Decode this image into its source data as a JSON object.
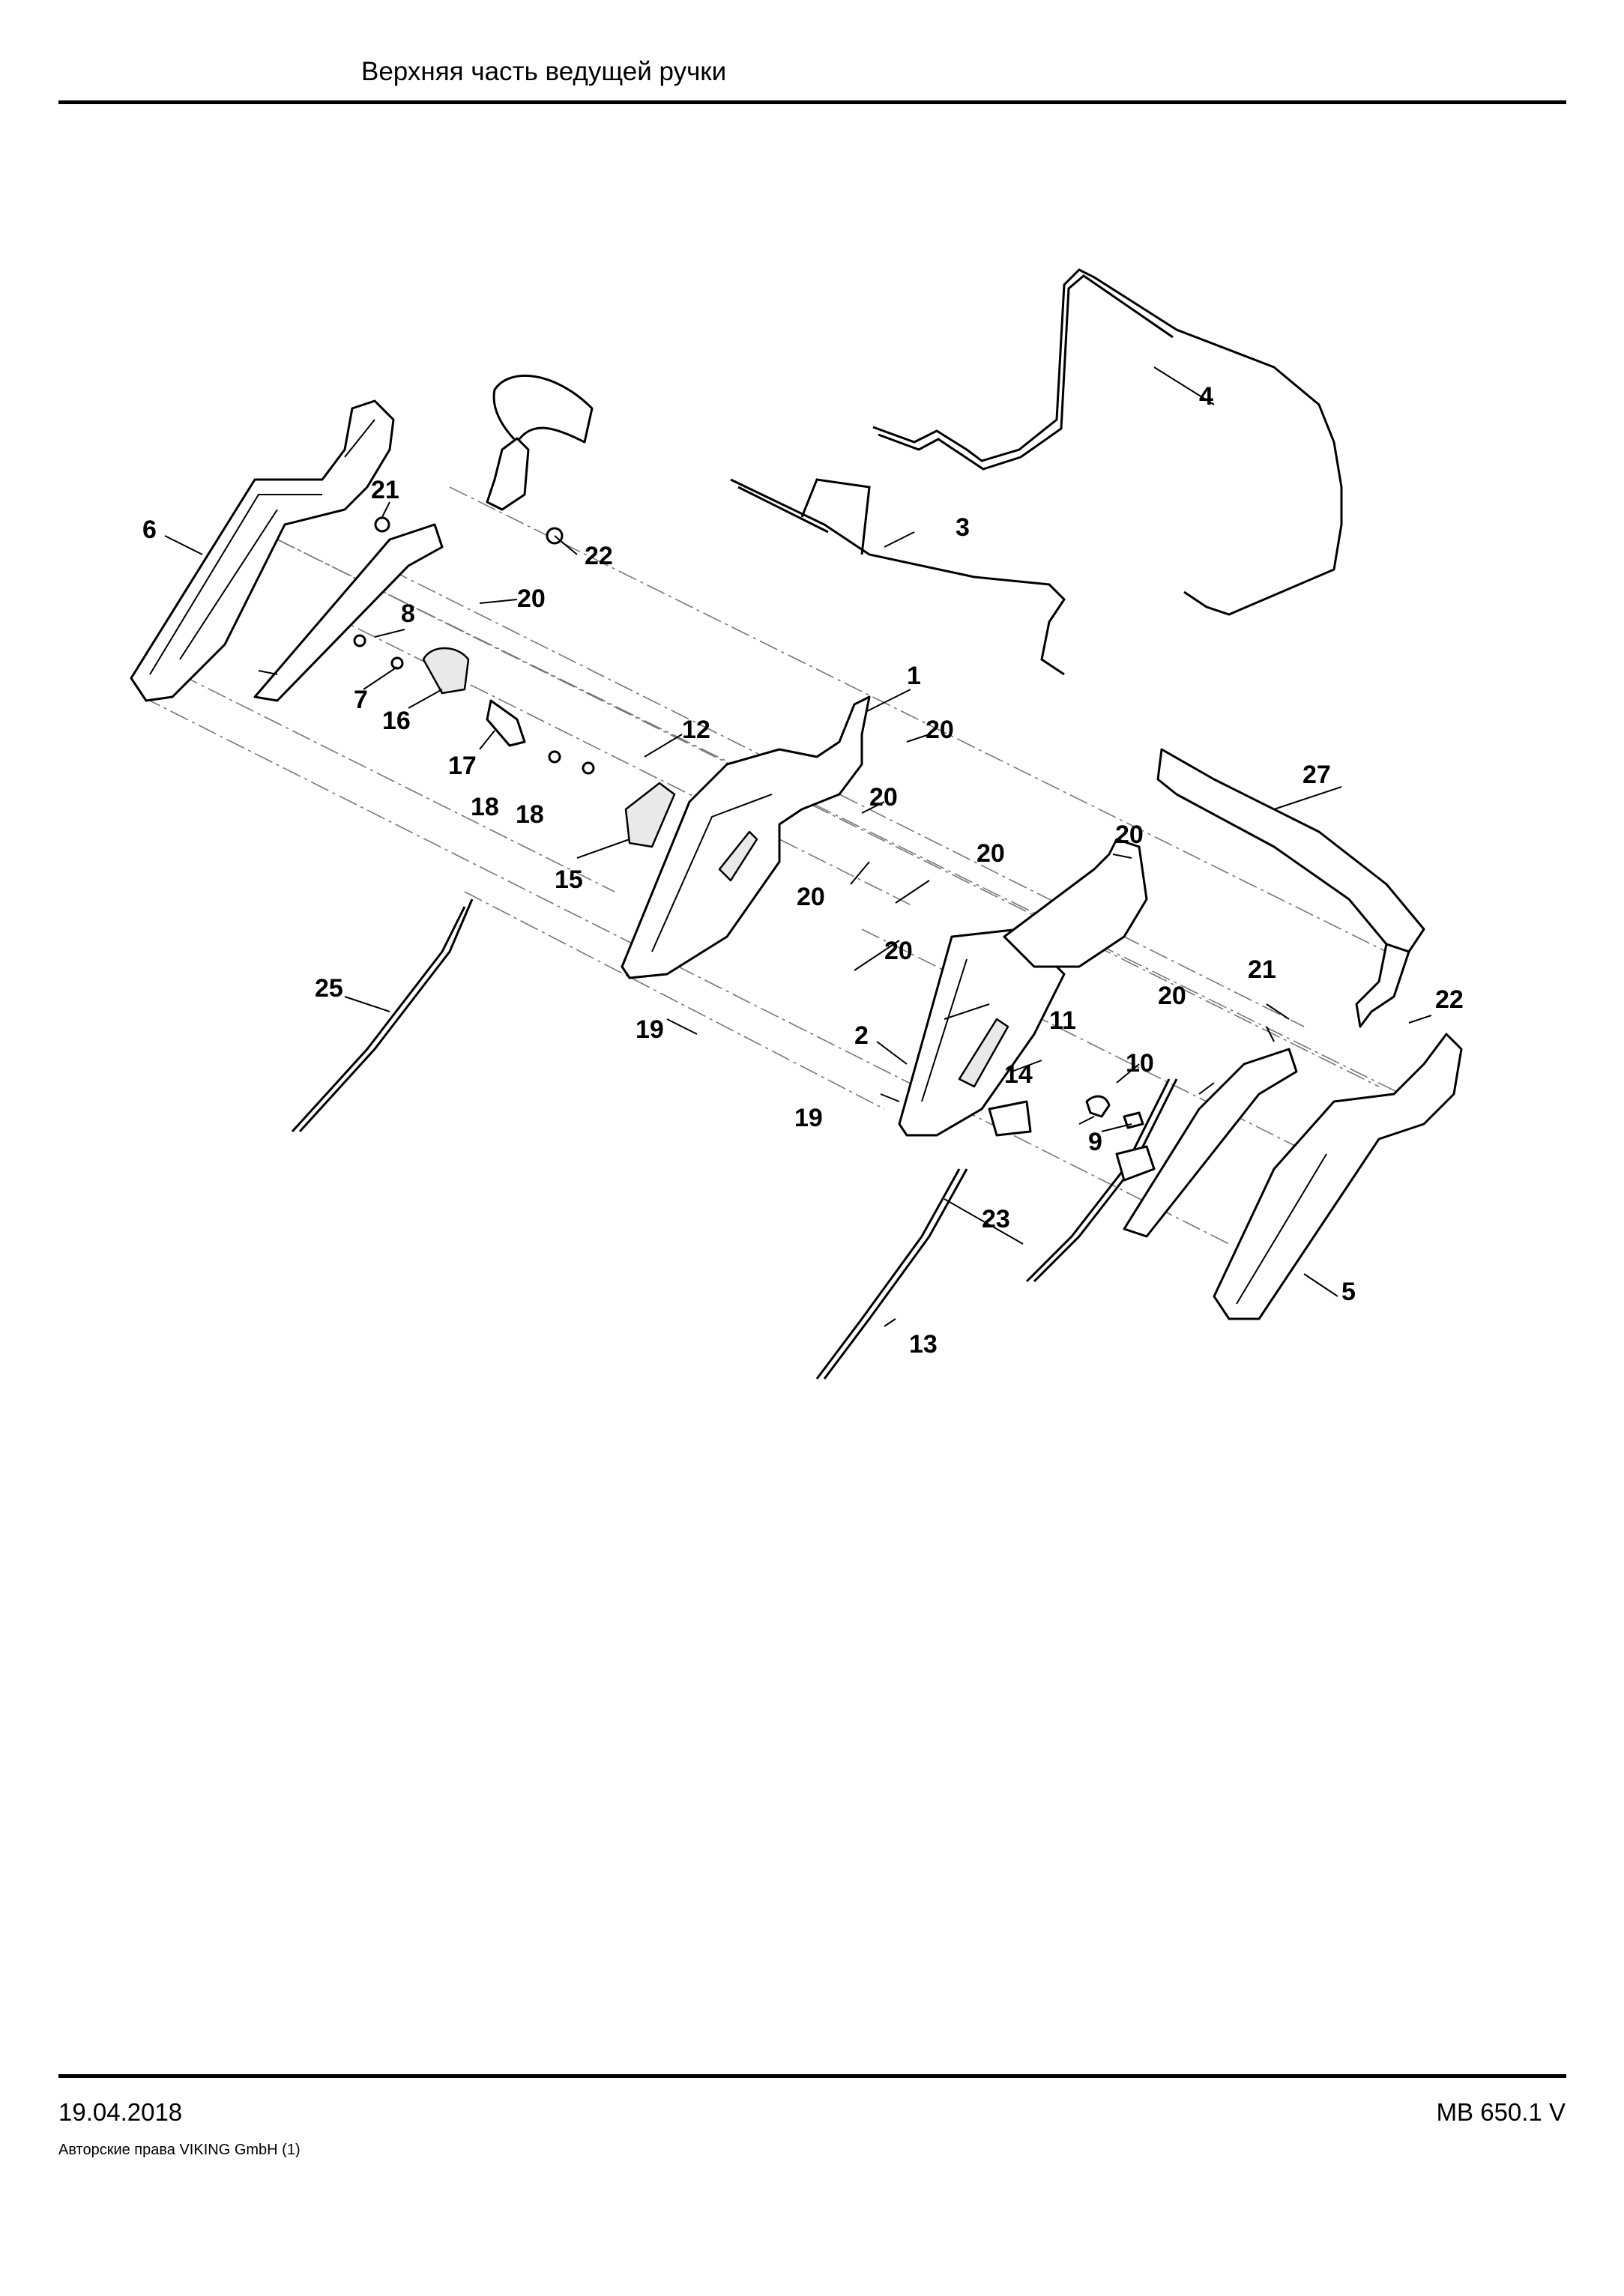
{
  "header": {
    "title": "Верхняя часть ведущей ручки"
  },
  "footer": {
    "date": "19.04.2018",
    "copyright": "Авторские права VIKING GmbH  (1)",
    "model": "MB 650.1 V"
  },
  "callouts": [
    {
      "label": "1"
    },
    {
      "label": "2"
    },
    {
      "label": "3"
    },
    {
      "label": "4"
    },
    {
      "label": "5"
    },
    {
      "label": "6"
    },
    {
      "label": "7"
    },
    {
      "label": "8"
    },
    {
      "label": "9"
    },
    {
      "label": "10"
    },
    {
      "label": "11"
    },
    {
      "label": "12"
    },
    {
      "label": "13"
    },
    {
      "label": "14"
    },
    {
      "label": "15"
    },
    {
      "label": "16"
    },
    {
      "label": "17"
    },
    {
      "label": "18"
    },
    {
      "label": "18"
    },
    {
      "label": "19"
    },
    {
      "label": "19"
    },
    {
      "label": "20"
    },
    {
      "label": "20"
    },
    {
      "label": "20"
    },
    {
      "label": "20"
    },
    {
      "label": "20"
    },
    {
      "label": "20"
    },
    {
      "label": "20"
    },
    {
      "label": "20"
    },
    {
      "label": "21"
    },
    {
      "label": "21"
    },
    {
      "label": "22"
    },
    {
      "label": "22"
    },
    {
      "label": "23"
    },
    {
      "label": "25"
    },
    {
      "label": "27"
    }
  ]
}
